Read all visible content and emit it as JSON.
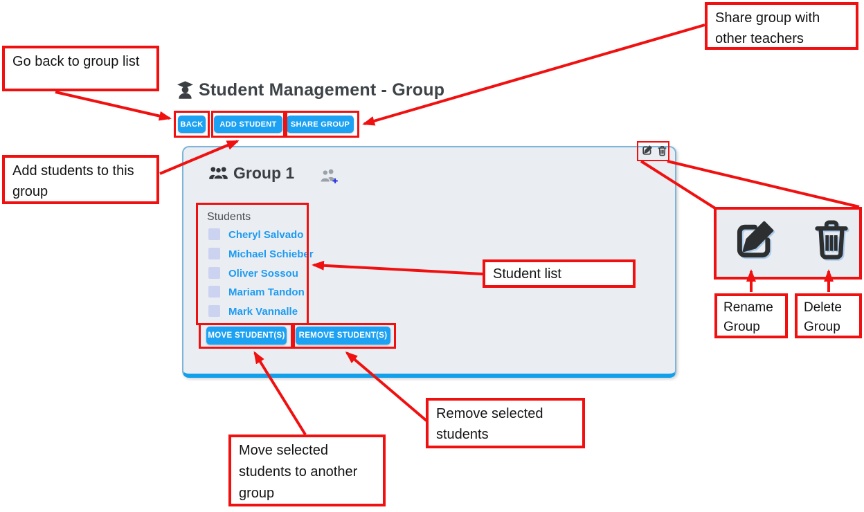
{
  "header": {
    "title": "Student Management - Group",
    "icon": "graduate-icon"
  },
  "toolbar": {
    "back": "BACK",
    "add_student": "ADD STUDENT",
    "share_group": "SHARE GROUP"
  },
  "group_panel": {
    "title": "Group 1",
    "header_icon": "users-icon",
    "add_student_icon": "user-plus-icon",
    "edit_icon": "edit-pencil-square-icon",
    "delete_icon": "trash-icon",
    "students_label": "Students",
    "students": [
      "Cheryl Salvado",
      "Michael Schieber",
      "Oliver Sossou",
      "Mariam Tandon",
      "Mark Vannalle"
    ],
    "move_button": "MOVE STUDENT(S)",
    "remove_button": "REMOVE STUDENT(S)"
  },
  "annotations": {
    "go_back": "Go back to group list",
    "share": "Share group with other teachers",
    "add_students": "Add students to this group",
    "student_list": "Student list",
    "remove_selected": "Remove selected students",
    "move_selected": "Move selected students to another group",
    "rename_group": "Rename Group",
    "delete_group": "Delete Group"
  },
  "colors": {
    "button_blue": "#1da1f2",
    "student_link_blue": "#1e9bf0",
    "annotation_red": "#f01010",
    "panel_background": "#eaeef3",
    "panel_border_blue": "#7db4da",
    "panel_bottom_blue": "#12a0ea",
    "checkbox_lavender": "#ccd3f0",
    "icon_dark": "#3c4043",
    "icon_gray": "#9ba1a8"
  }
}
